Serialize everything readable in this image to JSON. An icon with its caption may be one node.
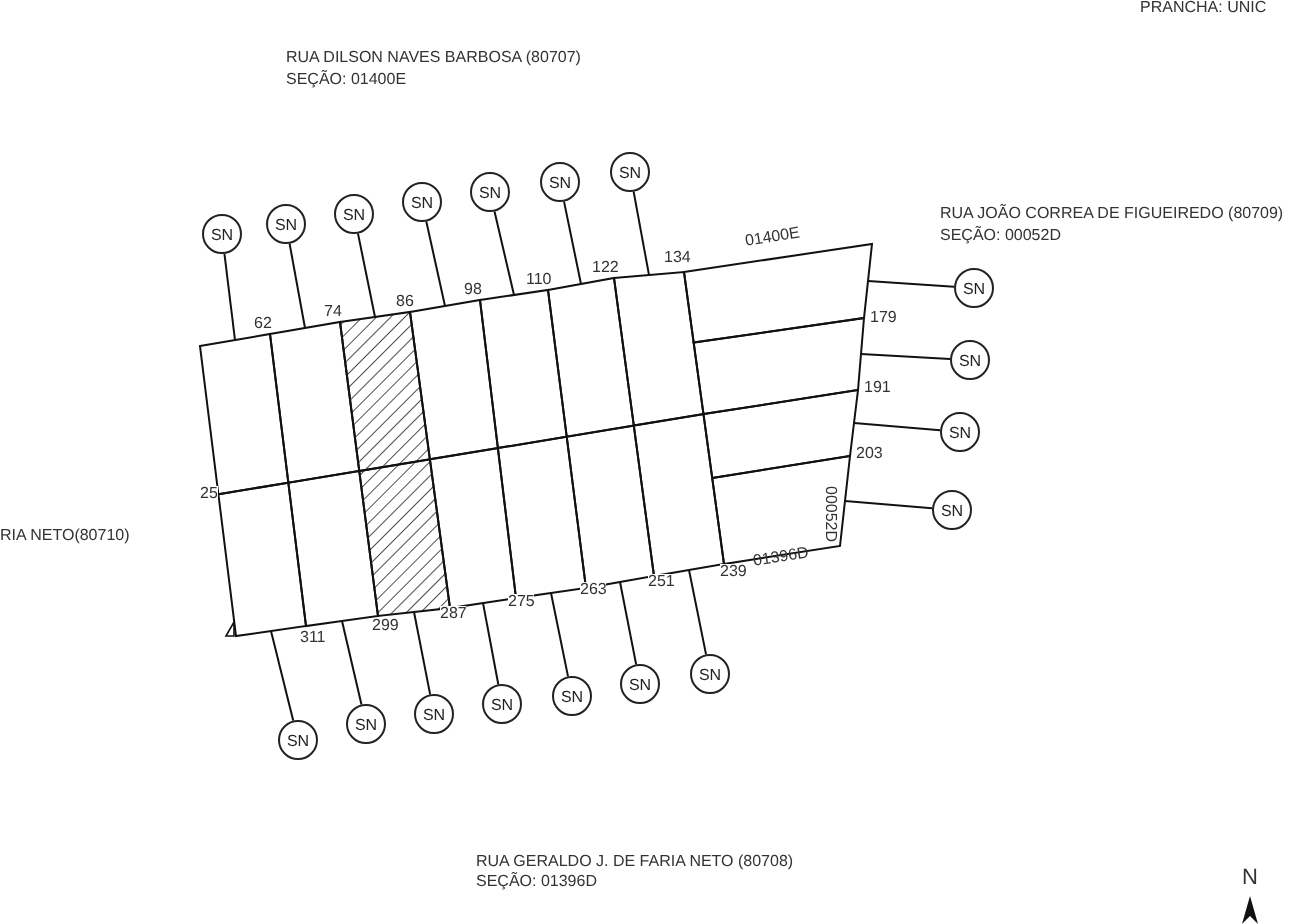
{
  "diagram": {
    "nodes": [
      {
        "text": [],
        "shape": "box"
      },
      {
        "text": [],
        "shape": "box"
      },
      {
        "text": [],
        "shape": "box"
      },
      {
        "text": [],
        "shape": "box"
      },
      {
        "text": [],
        "shape": "box"
      },
      {
        "text": [],
        "shape": "box"
      },
      {
        "text": [],
        "shape": "box"
      },
      {
        "text": [],
        "shape": "box"
      },
      {
        "text": [],
        "shape": "box"
      },
      {
        "text": [],
        "shape": "box"
      },
      {
        "text": [],
        "shape": "box"
      },
      {
        "text": [],
        "shape": "box"
      },
      {
        "text": [],
        "shape": "box"
      },
      {
        "text": [],
        "shape": "box"
      },
      {
        "text": [],
        "shape": "box"
      },
      {
        "text": [],
        "shape": "box"
      },
      {
        "text": [],
        "shape": "box"
      },
      {
        "text": [],
        "shape": "box"
      },
      {
        "text": [
          "SN"
        ]
      },
      {
        "text": [
          "SN"
        ]
      },
      {
        "text": [
          "SN"
        ]
      },
      {
        "text": [
          "SN"
        ]
      },
      {
        "text": [
          "SN"
        ]
      },
      {
        "text": [
          "SN"
        ]
      },
      {
        "text": [
          "SN"
        ]
      },
      {
        "text": [
          "SN"
        ]
      },
      {
        "text": [
          "SN"
        ]
      },
      {
        "text": [
          "SN"
        ]
      },
      {
        "text": [
          "SN"
        ]
      },
      {
        "text": [
          "SN"
        ]
      },
      {
        "text": [
          "SN"
        ]
      },
      {
        "text": [
          "SN"
        ]
      },
      {
        "text": [
          "SN"
        ]
      },
      {
        "text": [
          "SN"
        ]
      },
      {
        "text": [
          "SN"
        ]
      },
      {
        "text": [
          "SN"
        ]
      }
    ],
    "edges": [
      {
        "from": 18,
        "to": 0,
        "arrow": "none"
      },
      {
        "from": 19,
        "to": 1,
        "arrow": "none"
      },
      {
        "from": 20,
        "to": 2,
        "arrow": "none"
      },
      {
        "from": 21,
        "to": 3,
        "arrow": "none"
      },
      {
        "from": 22,
        "to": 4,
        "arrow": "none"
      },
      {
        "from": 23,
        "to": 5,
        "arrow": "none"
      },
      {
        "from": 24,
        "to": 6,
        "arrow": "none"
      },
      {
        "from": 25,
        "to": 14,
        "arrow": "none"
      },
      {
        "from": 26,
        "to": 15,
        "arrow": "none"
      },
      {
        "from": 27,
        "to": 16,
        "arrow": "none"
      },
      {
        "from": 28,
        "to": 17,
        "arrow": "none"
      },
      {
        "from": 29,
        "to": 7,
        "arrow": "none"
      },
      {
        "from": 30,
        "to": 8,
        "arrow": "none"
      },
      {
        "from": 31,
        "to": 9,
        "arrow": "none"
      },
      {
        "from": 32,
        "to": 10,
        "arrow": "none"
      },
      {
        "from": 33,
        "to": 11,
        "arrow": "none"
      },
      {
        "from": 34,
        "to": 12,
        "arrow": "none"
      },
      {
        "from": 35,
        "to": 13,
        "arrow": "none"
      }
    ],
    "labels": [
      "PRANCHA: UNIC",
      "RUA DILSON NAVES BARBOSA (80707)",
      "SEÇÃO: 01400E",
      "RUA JOÃO CORREA DE FIGUEIREDO (80709)",
      "SEÇÃO: 00052D",
      "01400E",
      "62",
      "74",
      "86",
      "98",
      "110",
      "122",
      "134",
      "179",
      "191",
      "203",
      "25",
      "RIA NETO(80710)",
      "00052D",
      "239",
      "01396D",
      "251",
      "263",
      "275",
      "287",
      "299",
      "311",
      "RUA GERALDO J. DE FARIA NETO (80708)",
      "SEÇÃO: 01396D",
      "N"
    ]
  }
}
